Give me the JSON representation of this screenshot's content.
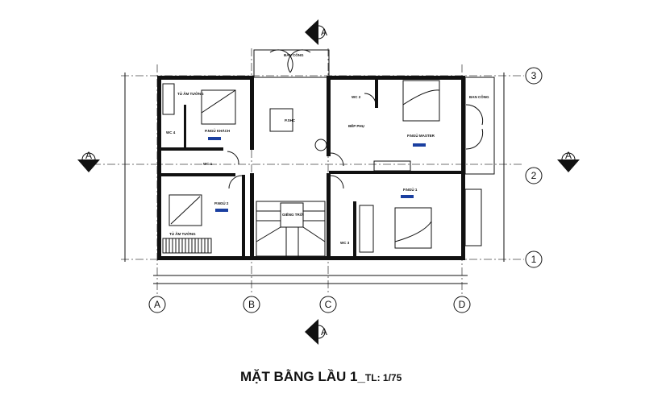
{
  "title": {
    "main": "MẶT BẰNG LẦU 1_",
    "scale": "TL: 1/75"
  },
  "grid_columns": [
    "A",
    "B",
    "C",
    "D"
  ],
  "grid_rows": [
    "3",
    "2",
    "1"
  ],
  "section_marker": "A",
  "rooms": {
    "guest_bedroom": "P.NGỦ KHÁCH",
    "wardrobe_top": "TỦ ÂM TƯỜNG",
    "wc_guest": "WC 4",
    "wc1": "WC 1",
    "family_room": "P.SHC",
    "balcony_top": "BAN CÔNG",
    "wc2": "WC 2",
    "pantry": "BẾP PHỤ",
    "master_bedroom": "P.NGỦ MASTER",
    "balcony_right": "BAN CÔNG",
    "bedroom2": "P.NGỦ 2",
    "wardrobe_bottom": "TỦ ÂM TƯỜNG",
    "skylight": "GIẾNG TRỜI",
    "wc3": "WC 3",
    "bedroom1": "P.NGỦ 1"
  },
  "colors": {
    "lines": "#111111",
    "level_tag": "#1a3fa0"
  }
}
